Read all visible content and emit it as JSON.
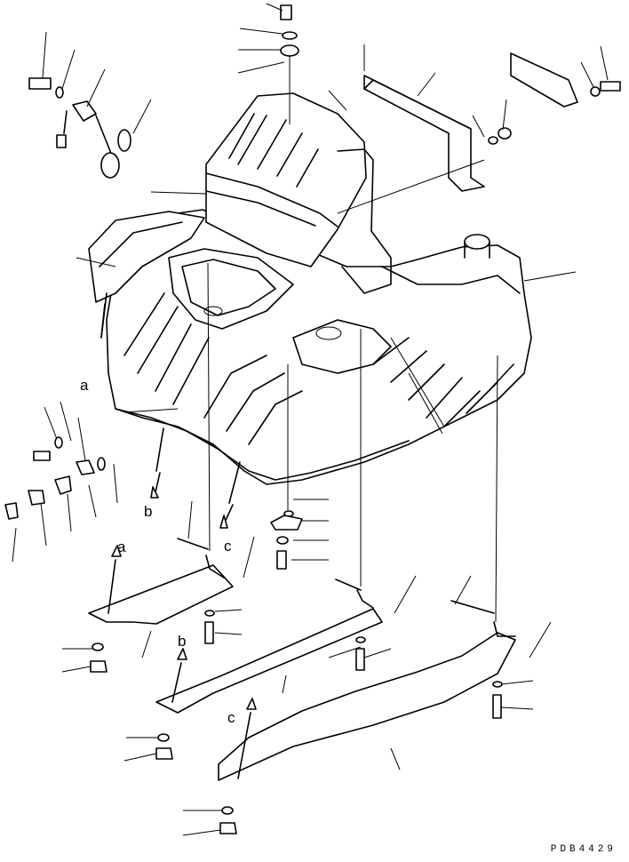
{
  "callouts": {
    "a": "a",
    "b": "b",
    "c": "c"
  },
  "drawing_code": "PDB4429"
}
